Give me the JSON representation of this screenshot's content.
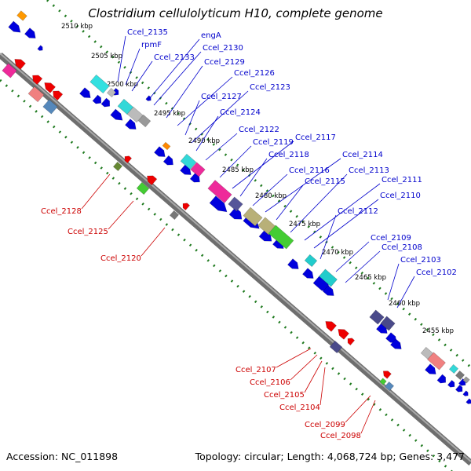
{
  "title": "Clostridium cellulolyticum H10, complete genome",
  "footer": {
    "accession": "Accession: NC_011898",
    "stats": "Topology: circular; Length: 4,068,724 bp; Genes: 3,477"
  },
  "colors": {
    "backbone": "#808080",
    "ruler": "#1f7a1f",
    "forward_gene": "#0000dd",
    "reverse_gene": "#ee0000",
    "label_forward": "#0000cc",
    "label_reverse": "#cc0000"
  },
  "ruler_labels": [
    "2510 kbp",
    "2505 kbp",
    "2500 kbp",
    "2495 kbp",
    "2490 kbp",
    "2485 kbp",
    "2480 kbp",
    "2475 kbp",
    "2470 kbp",
    "2465 kbp",
    "2460 kbp",
    "2455 kbp"
  ],
  "forward_labels": [
    "Ccel_2135",
    "rpmF",
    "Ccel_2133",
    "engA",
    "Ccel_2130",
    "Ccel_2129",
    "Ccel_2126",
    "Ccel_2127",
    "Ccel_2123",
    "Ccel_2124",
    "Ccel_2122",
    "Ccel_2119",
    "Ccel_2117",
    "Ccel_2118",
    "Ccel_2116",
    "Ccel_2114",
    "Ccel_2115",
    "Ccel_2113",
    "Ccel_2111",
    "Ccel_2110",
    "Ccel_2112",
    "Ccel_2109",
    "Ccel_2108",
    "Ccel_2103",
    "Ccel_2102"
  ],
  "reverse_labels": [
    "Ccel_2128",
    "Ccel_2125",
    "Ccel_2120",
    "Ccel_2107",
    "Ccel_2106",
    "Ccel_2105",
    "Ccel_2104",
    "Ccel_2099",
    "Ccel_2098"
  ]
}
